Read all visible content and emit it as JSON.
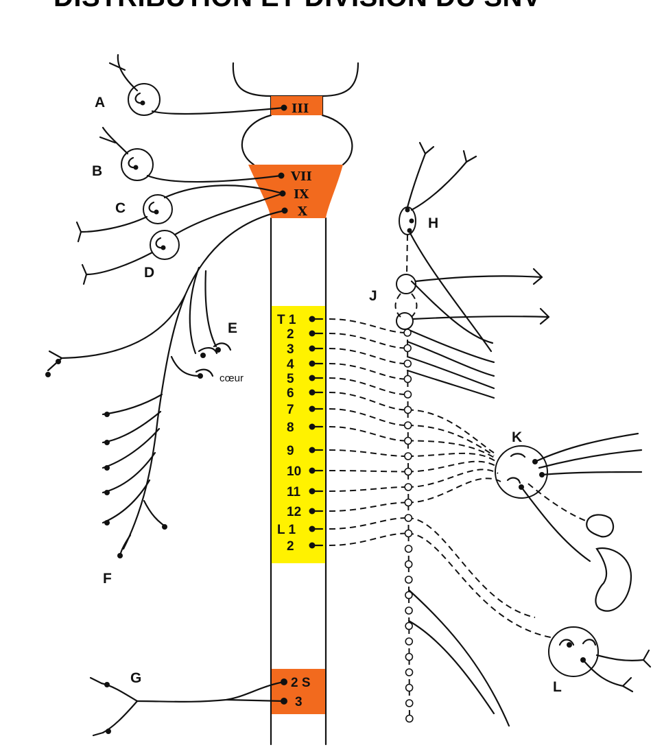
{
  "title": "DISTRIBUTION ET DIVISION DU SNV",
  "colors": {
    "cranial_sacral": "#F26A1E",
    "thoracolumbar": "#FFF200",
    "line": "#111111"
  },
  "cranial_segments": [
    "III",
    "VII",
    "IX",
    "X"
  ],
  "spinal_segments": [
    "T 1",
    "2",
    "3",
    "4",
    "5",
    "6",
    "7",
    "8",
    "9",
    "10",
    "11",
    "12",
    "L 1",
    "2"
  ],
  "sacral_segments": [
    "2 S",
    "3"
  ],
  "ganglion_labels": {
    "A": "A",
    "B": "B",
    "C": "C",
    "D": "D",
    "E": "E",
    "F": "F",
    "G": "G",
    "H": "H",
    "J": "J",
    "K": "K",
    "L": "L"
  },
  "organ_label": "cœur"
}
